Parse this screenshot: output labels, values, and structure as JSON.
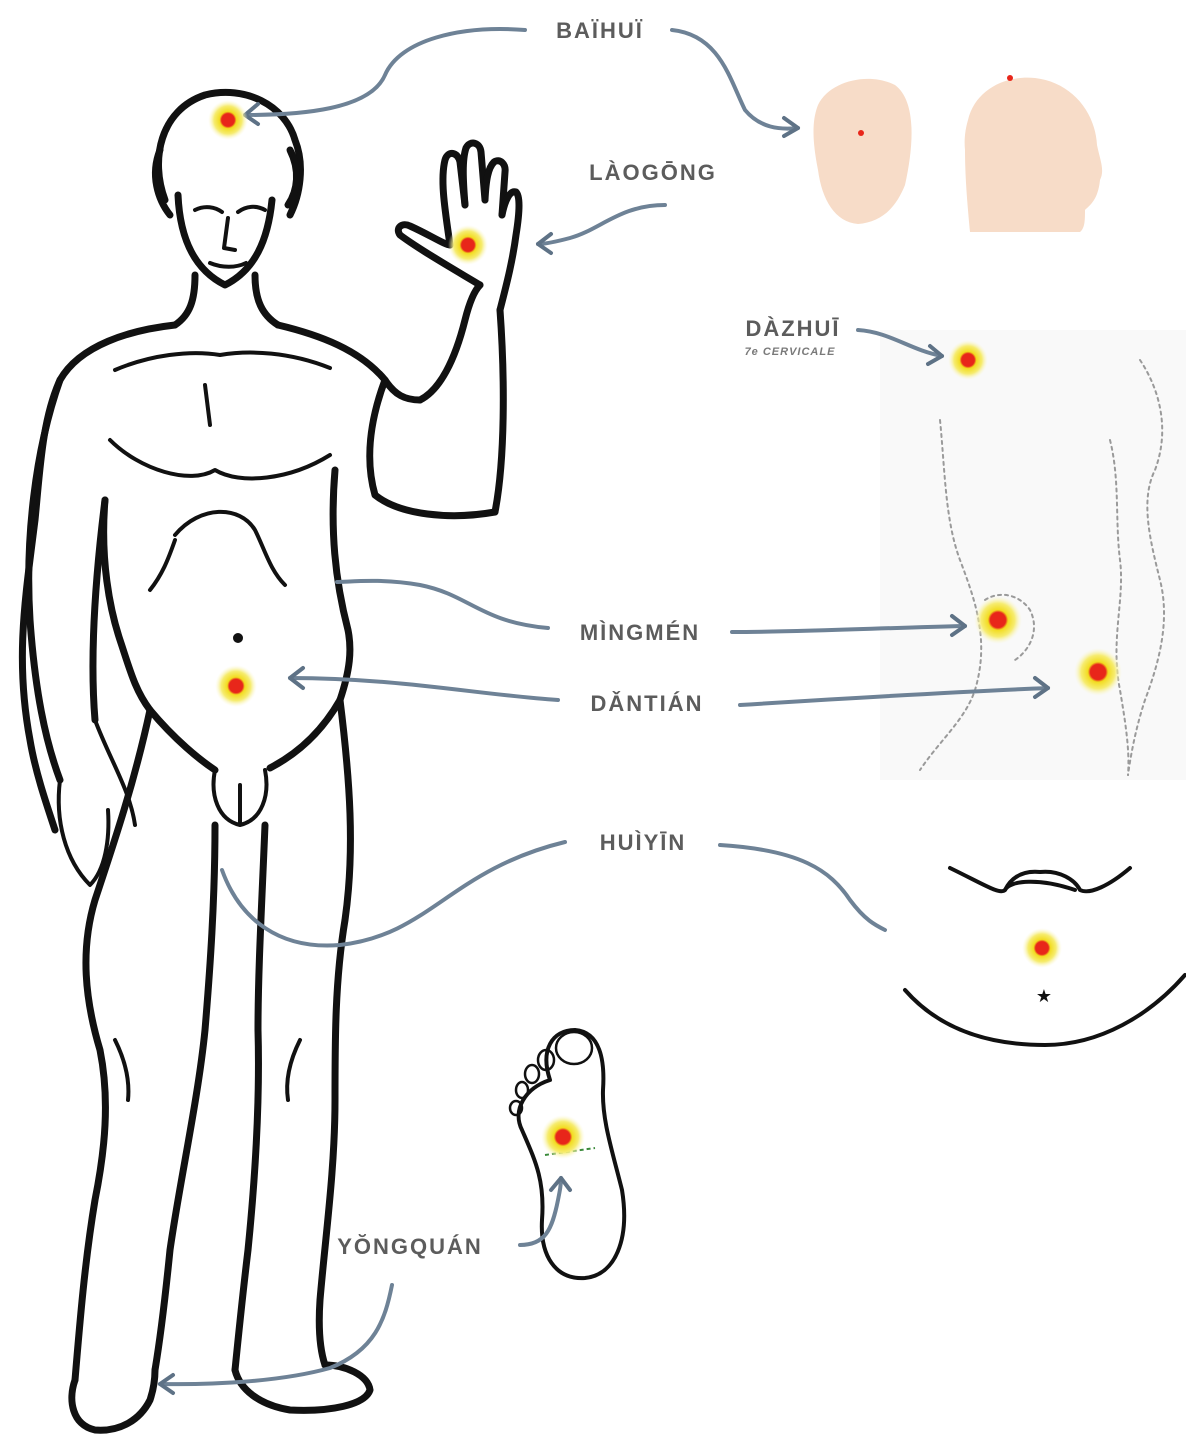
{
  "colors": {
    "point_center": "#e8261a",
    "point_ring": "#f2dc20",
    "point_halo": "#f6f0a0",
    "arrow": "#6e8296",
    "label": "#5c5c5c",
    "skin": "#f7dcc8"
  },
  "points": {
    "baihui": {
      "label": "BAÏHUÏ"
    },
    "laogong": {
      "label": "LÀOGŌNG"
    },
    "dazhui": {
      "label": "DÀZHUĪ",
      "sublabel": "7e CERVICALE"
    },
    "mingmen": {
      "label": "MÌNGMÉN"
    },
    "dantian": {
      "label": "DǍNTIÁN"
    },
    "huiyin": {
      "label": "HUÌYĪN"
    },
    "yongquan": {
      "label": "YŎNGQUÁN"
    }
  }
}
